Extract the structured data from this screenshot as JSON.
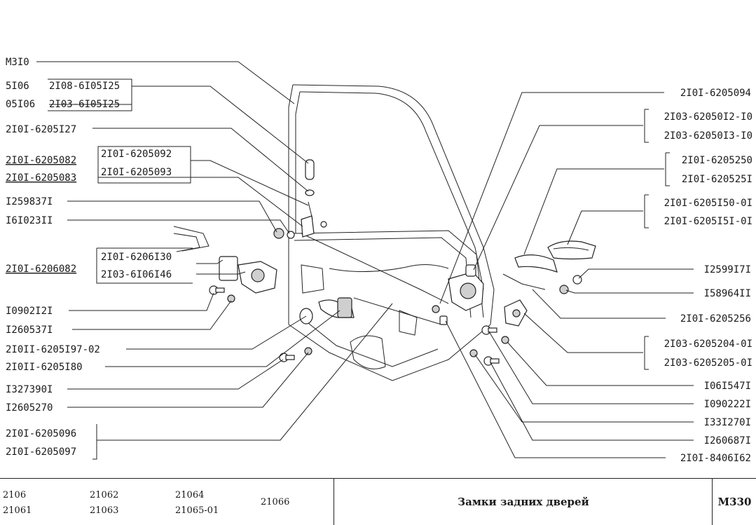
{
  "labels_left": [
    {
      "id": "l1",
      "text": "M3I0"
    },
    {
      "id": "l2a",
      "text": "5I06"
    },
    {
      "id": "l2b",
      "text": "2I08-6I05I25"
    },
    {
      "id": "l3a",
      "text": "05I06"
    },
    {
      "id": "l3b",
      "text": "2I03-6I05I25"
    },
    {
      "id": "l4",
      "text": "2I0I-6205I27"
    },
    {
      "id": "l5",
      "text": "2I0I-6205082"
    },
    {
      "id": "l5b",
      "text": "2I0I-6205092"
    },
    {
      "id": "l6",
      "text": "2I0I-6205083"
    },
    {
      "id": "l6b",
      "text": "2I0I-6205093"
    },
    {
      "id": "l7",
      "text": "I259837I"
    },
    {
      "id": "l8",
      "text": "I6I023II"
    },
    {
      "id": "l9a",
      "text": "2I0I-6206I30"
    },
    {
      "id": "l9",
      "text": "2I0I-6206082"
    },
    {
      "id": "l9b",
      "text": "2I03-6I06I46"
    },
    {
      "id": "l10",
      "text": "I0902I2I"
    },
    {
      "id": "l11",
      "text": "I260537I"
    },
    {
      "id": "l12",
      "text": "2I0II-6205I97-02"
    },
    {
      "id": "l13",
      "text": "2I0II-6205I80"
    },
    {
      "id": "l14",
      "text": "I327390I"
    },
    {
      "id": "l15",
      "text": "I2605270"
    },
    {
      "id": "l16",
      "text": "2I0I-6205096"
    },
    {
      "id": "l17",
      "text": "2I0I-6205097"
    }
  ],
  "labels_right": [
    {
      "id": "r1",
      "text": "2I0I-6205094"
    },
    {
      "id": "r2",
      "text": "2I03-62050I2-I0"
    },
    {
      "id": "r3",
      "text": "2I03-62050I3-I0"
    },
    {
      "id": "r4",
      "text": "2I0I-6205250"
    },
    {
      "id": "r5",
      "text": "2I0I-620525I"
    },
    {
      "id": "r6",
      "text": "2I0I-6205I50-0I"
    },
    {
      "id": "r7",
      "text": "2I0I-6205I5I-0I"
    },
    {
      "id": "r8",
      "text": "I2599I7I"
    },
    {
      "id": "r9",
      "text": "I58964II"
    },
    {
      "id": "r10",
      "text": "2I0I-6205256"
    },
    {
      "id": "r11",
      "text": "2I03-6205204-0I"
    },
    {
      "id": "r12",
      "text": "2I03-6205205-0I"
    },
    {
      "id": "r13",
      "text": "I06I547I"
    },
    {
      "id": "r14",
      "text": "I090222I"
    },
    {
      "id": "r15",
      "text": "I33I270I"
    },
    {
      "id": "r16",
      "text": "I260687I"
    },
    {
      "id": "r17",
      "text": "2I0I-8406I62"
    }
  ],
  "footer": {
    "models": [
      "2106",
      "21061",
      "21062",
      "21063",
      "21064",
      "21065-01",
      "21066"
    ],
    "title": "Замки задних дверей",
    "code": "М330"
  }
}
